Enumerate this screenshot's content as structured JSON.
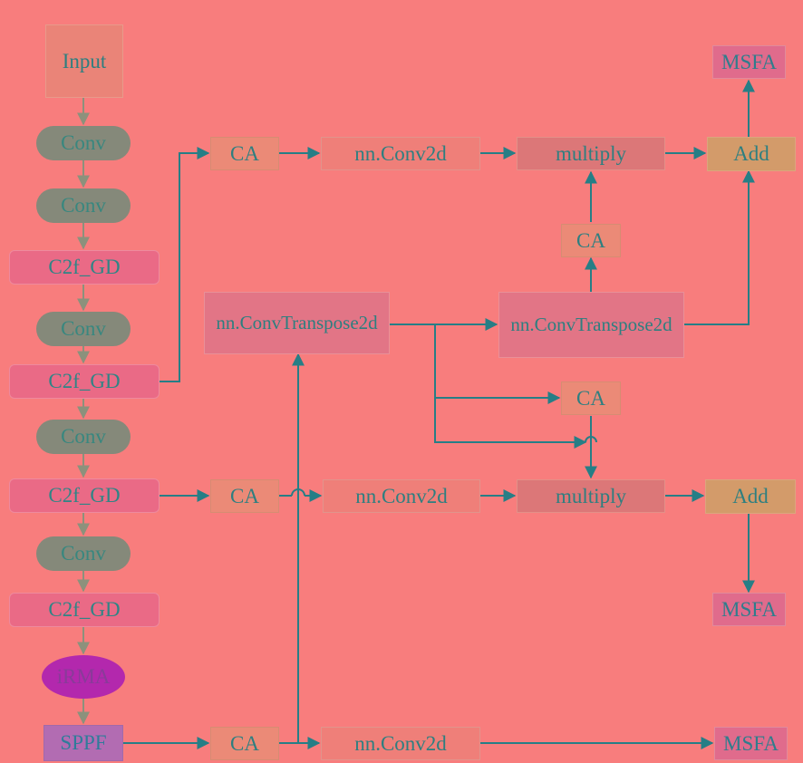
{
  "colors": {
    "background": "#f87d7d",
    "arrow_left": "#8c917c",
    "arrow_main": "#267e86"
  },
  "backbone": {
    "input": "Input",
    "conv1": "Conv",
    "conv2": "Conv",
    "c2f1": "C2f_GD",
    "conv3": "Conv",
    "c2f2": "C2f_GD",
    "conv4": "Conv",
    "c2f3": "C2f_GD",
    "conv5": "Conv",
    "c2f4": "C2f_GD",
    "irma": "iRMA",
    "sppf": "SPPF"
  },
  "top_branch": {
    "ca": "CA",
    "conv2d": "nn.Conv2d",
    "multiply": "multiply",
    "add": "Add",
    "msfa": "MSFA",
    "ca_mid": "CA"
  },
  "transpose": {
    "left": "nn.ConvTranspose2d",
    "right": "nn.ConvTranspose2d"
  },
  "mid_branch": {
    "ca_upper": "CA",
    "ca": "CA",
    "conv2d": "nn.Conv2d",
    "multiply": "multiply",
    "add": "Add",
    "msfa": "MSFA"
  },
  "bottom_branch": {
    "ca": "CA",
    "conv2d": "nn.Conv2d",
    "msfa": "MSFA"
  }
}
